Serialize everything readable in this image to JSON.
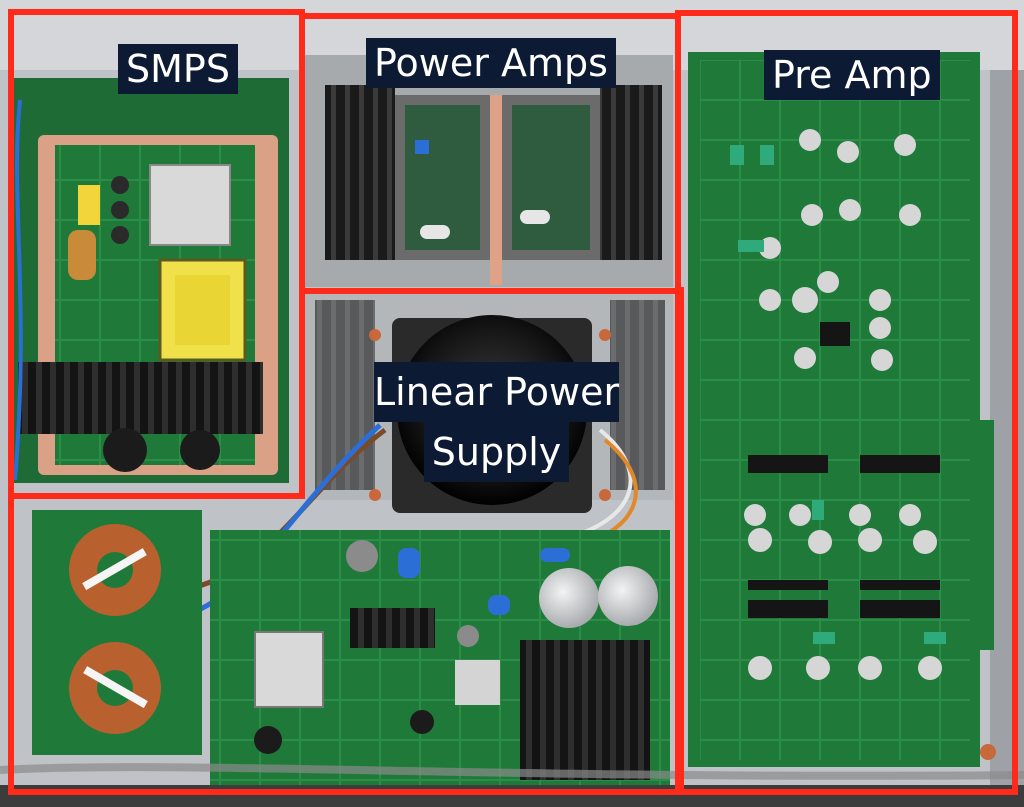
{
  "labels": {
    "smps": "SMPS",
    "power_amps": "Power Amps",
    "pre_amp": "Pre Amp",
    "linear_power_supply_line1": "Linear Power",
    "linear_power_supply_line2": "Supply"
  },
  "colors": {
    "region_outline": "#ff2a1a",
    "label_background": "#0d1a33",
    "label_text": "#ffffff",
    "chassis": "#c9ccd0",
    "pcb_green": "#1f7a3a",
    "copper": "#d89a7c",
    "heatsink": "#2a2a2a"
  }
}
